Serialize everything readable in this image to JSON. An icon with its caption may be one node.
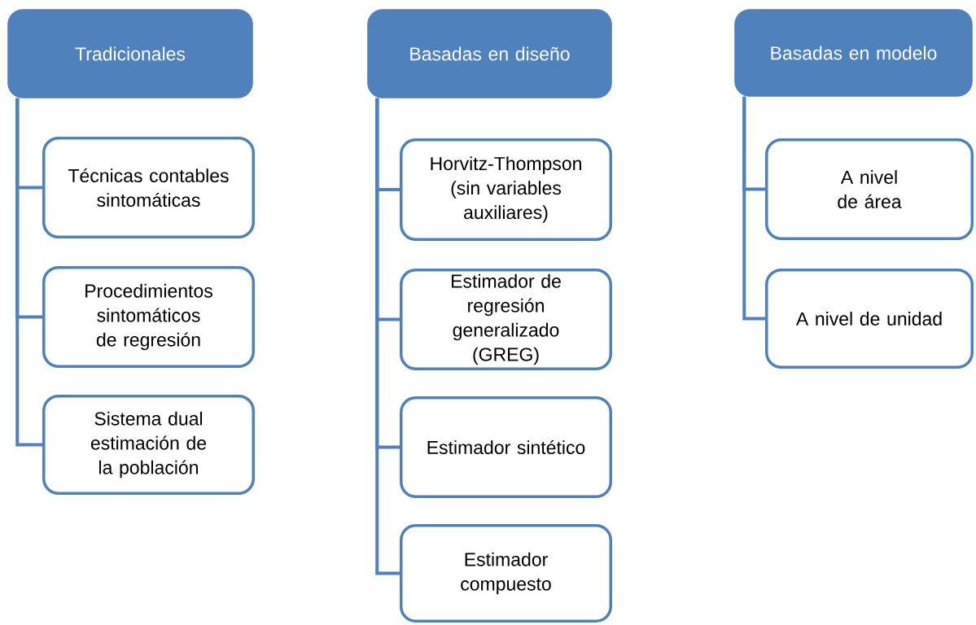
{
  "diagram": {
    "nodes": [
      {
        "text": [
          "Tradicionales"
        ]
      },
      {
        "text": [
          "Técnicas contables sintomáticas"
        ]
      },
      {
        "text": [
          "Procedimientos sintomáticos de regresión"
        ]
      },
      {
        "text": [
          "Sistema dual estimación de la población"
        ]
      },
      {
        "text": [
          "Basadas en diseño"
        ]
      },
      {
        "text": [
          "Horvitz-Thompson (sin variables auxiliares)"
        ]
      },
      {
        "text": [
          "Estimador de regresión generalizado (GREG)"
        ]
      },
      {
        "text": [
          "Estimador sintético"
        ]
      },
      {
        "text": [
          "Estimador compuesto"
        ]
      },
      {
        "text": [
          "Basadas en modelo"
        ]
      },
      {
        "text": [
          "A nivel de área"
        ]
      },
      {
        "text": [
          "A nivel de unidad"
        ]
      }
    ],
    "edges": [
      {
        "from": 0,
        "to": 1,
        "arrow": "none"
      },
      {
        "from": 0,
        "to": 2,
        "arrow": "none"
      },
      {
        "from": 0,
        "to": 3,
        "arrow": "none"
      },
      {
        "from": 4,
        "to": 5,
        "arrow": "none"
      },
      {
        "from": 4,
        "to": 6,
        "arrow": "none"
      },
      {
        "from": 4,
        "to": 7,
        "arrow": "none"
      },
      {
        "from": 4,
        "to": 8,
        "arrow": "none"
      },
      {
        "from": 9,
        "to": 10,
        "arrow": "none"
      },
      {
        "from": 9,
        "to": 11,
        "arrow": "none"
      }
    ]
  }
}
